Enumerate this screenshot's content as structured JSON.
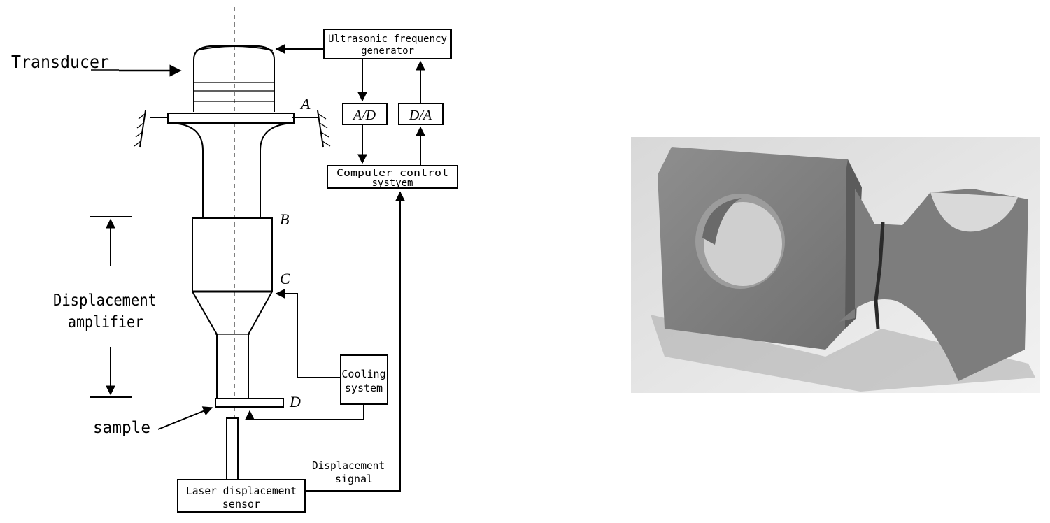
{
  "labels": {
    "transducer": "Transducer",
    "freq_gen_line1": "Ultrasonic frequency",
    "freq_gen_line2": "generator",
    "ad": "A/D",
    "da": "D/A",
    "computer_line1": "Computer control",
    "computer_line2": "systyem",
    "point_a": "A",
    "point_b": "B",
    "point_c": "C",
    "point_d": "D",
    "amplifier_line1": "Displacement",
    "amplifier_line2": "amplifier",
    "cooling_line1": "Cooling",
    "cooling_line2": "system",
    "sample": "sample",
    "disp_signal_line1": "Displacement",
    "disp_signal_line2": "signal",
    "laser_line1": "Laser displacement",
    "laser_line2": "sensor"
  },
  "photo": {
    "description": "sample-specimen-photo"
  }
}
